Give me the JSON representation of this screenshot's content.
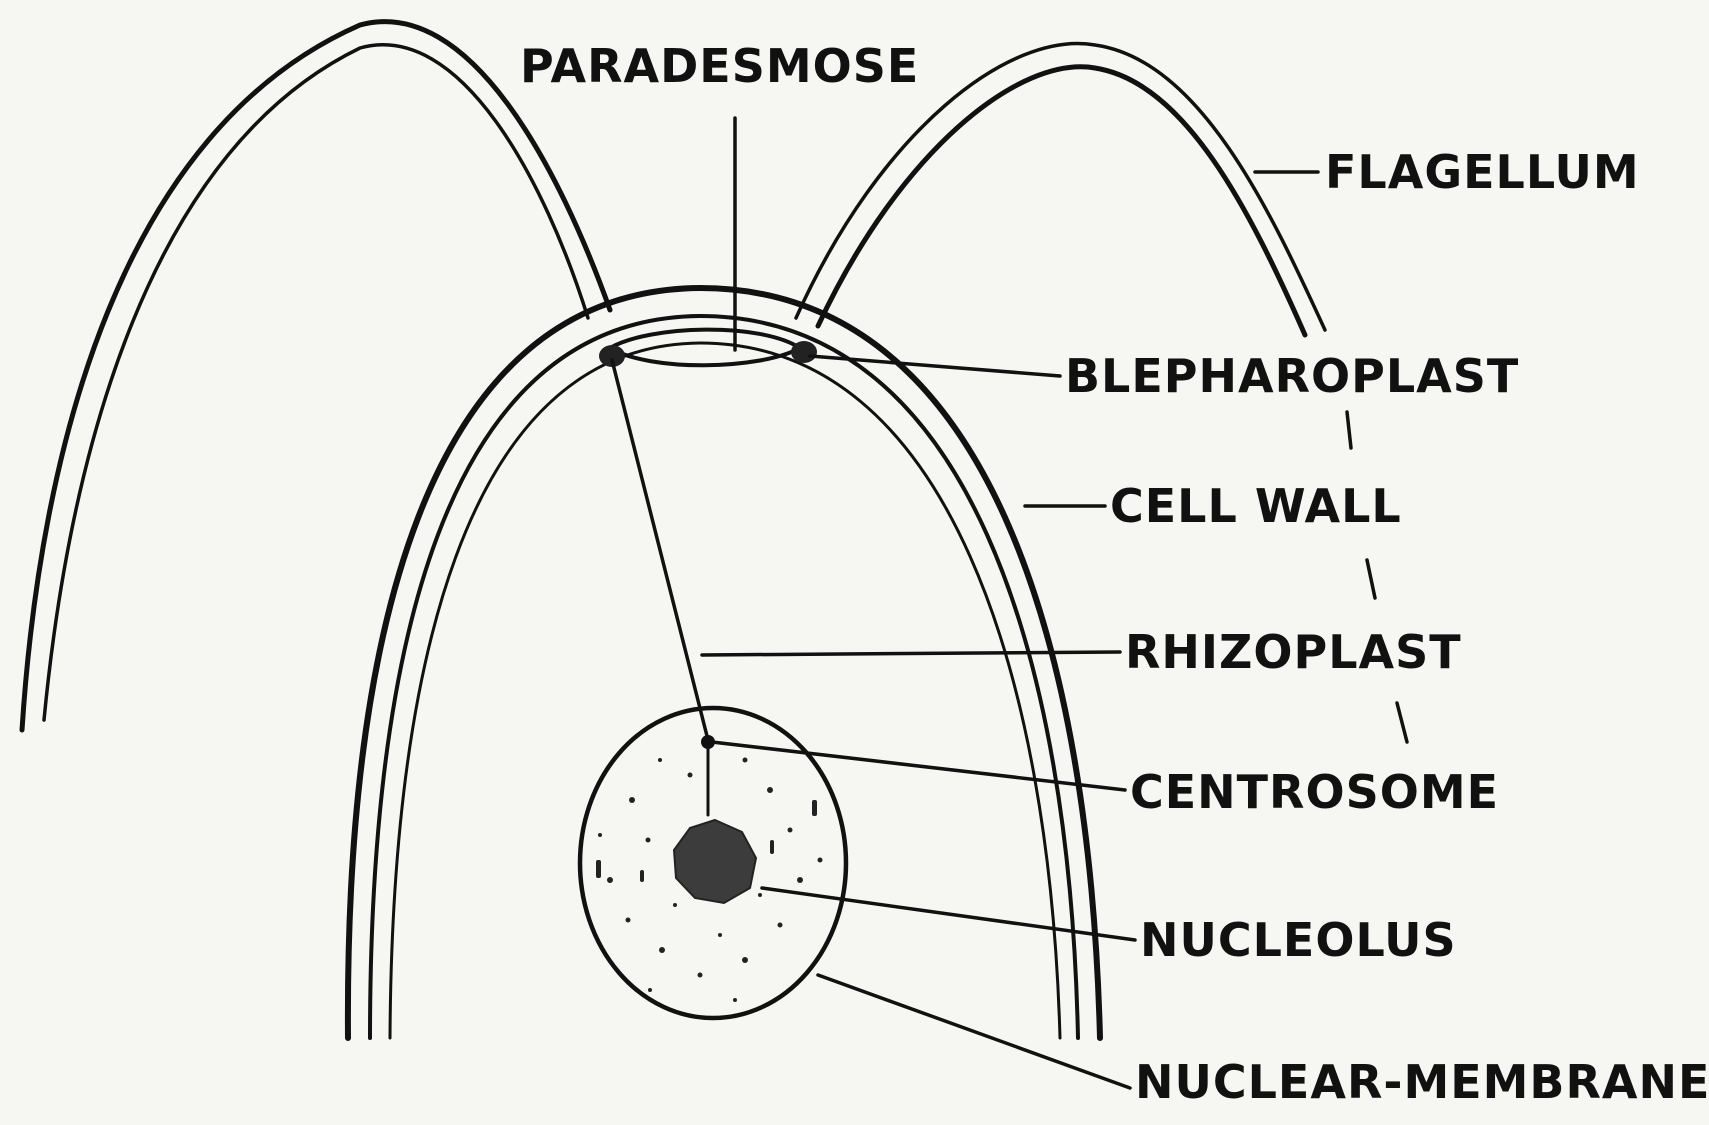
{
  "diagram": {
    "labels": {
      "paradesmose": "PARADESMOSE",
      "flagellum": "FLAGELLUM",
      "blepharoplast": "BLEPHAROPLAST",
      "cell_wall": "CELL WALL",
      "rhizoplast": "RHIZOPLAST",
      "centrosome": "CENTROSOME",
      "nucleolus": "NUCLEOLUS",
      "nuclear_membrane": "NUCLEAR-MEMBRANE"
    },
    "colors": {
      "ink": "#111111",
      "background": "#f6f6f3",
      "nucleolus_fill": "#3c3c3c"
    }
  }
}
